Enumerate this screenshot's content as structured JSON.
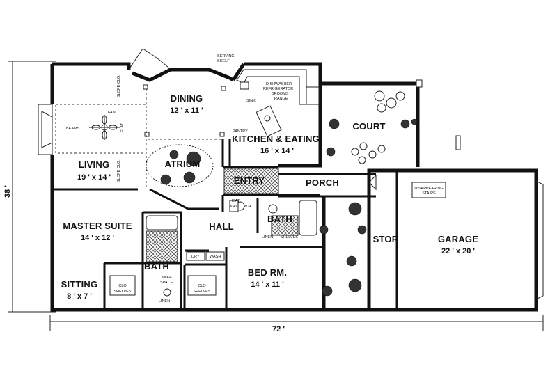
{
  "rooms": {
    "dining": {
      "name": "DINING",
      "size": "12 ' x 11 '"
    },
    "kitchen": {
      "name": "KITCHEN & EATING",
      "size": "16 ' x 14 '"
    },
    "court": {
      "name": "COURT"
    },
    "living": {
      "name": "LIVING",
      "size": "19 ' x 14 '"
    },
    "atrium": {
      "name": "ATRIUM"
    },
    "entry": {
      "name": "ENTRY"
    },
    "porch": {
      "name": "PORCH"
    },
    "master": {
      "name": "MASTER SUITE",
      "size": "14 ' x 12 '"
    },
    "hall": {
      "name": "HALL"
    },
    "bath_upper": {
      "name": "BATH"
    },
    "bath_lower": {
      "name": "BATH"
    },
    "bedroom": {
      "name": "BED RM.",
      "size": "14 ' x 11 '"
    },
    "sitting": {
      "name": "SITTING",
      "size": "8 ' x 7 '"
    },
    "stor": {
      "name": "STOR"
    },
    "garage": {
      "name": "GARAGE",
      "size": "22 ' x 20 '"
    }
  },
  "notes": {
    "serving_shelf_1": "SERVING",
    "serving_shelf_2": "SHELF",
    "dishwasher": "DISHWASHER",
    "refrigerator": "REFRIGERATOR",
    "brooms": "BROOMS",
    "range": "RANGE",
    "sink": "SINK",
    "pantry": "PANTRY",
    "fan": "FAN",
    "beams": "BEAMS",
    "flat": "FLAT",
    "slope_clg_top": "SLOPE CLG.",
    "slope_clg_bottom": "SLOPE CLG.",
    "clo_entry": "CLO",
    "heat_ac_1": "HEAT",
    "heat_ac_2": "& AC",
    "water_heater": "W.H.",
    "linen_upper": "LINEN",
    "shelves_upper": "SHELVES",
    "dry": "DRY",
    "wash": "WASH",
    "clo_master": "CLO",
    "shelves_master": "SHELVES",
    "clo_bed": "CLO",
    "shelves_bed": "SHELVES",
    "knee_space_1": "KNEE",
    "knee_space_2": "SPACE",
    "linen_lower": "LINEN",
    "disappearing_1": "DISAPPEARING",
    "disappearing_2": "STAIRS"
  },
  "dimensions": {
    "depth": "38 '",
    "width": "72 '"
  }
}
